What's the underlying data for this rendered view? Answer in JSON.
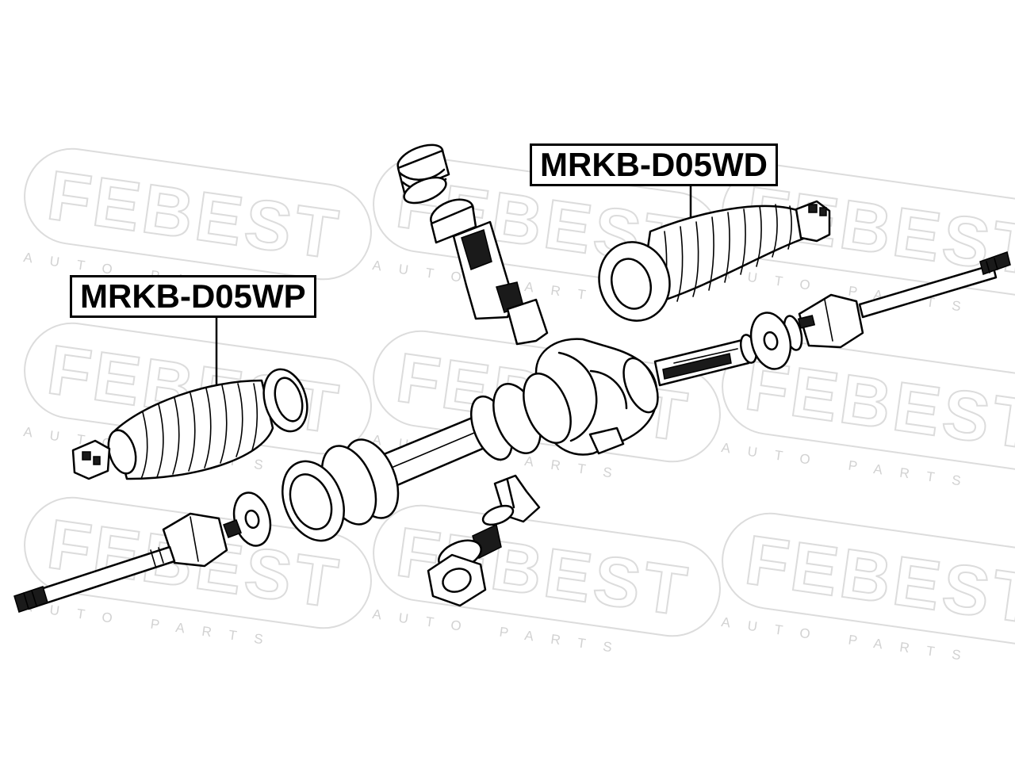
{
  "labels": {
    "left_boot": "MRKB-D05WP",
    "right_boot": "MRKB-D05WD"
  },
  "watermark": {
    "brand": "FEBEST",
    "subtitle": "AUTO PARTS"
  },
  "colors": {
    "ink": "#000000",
    "background": "#ffffff",
    "watermark": "#dcdcdc"
  }
}
